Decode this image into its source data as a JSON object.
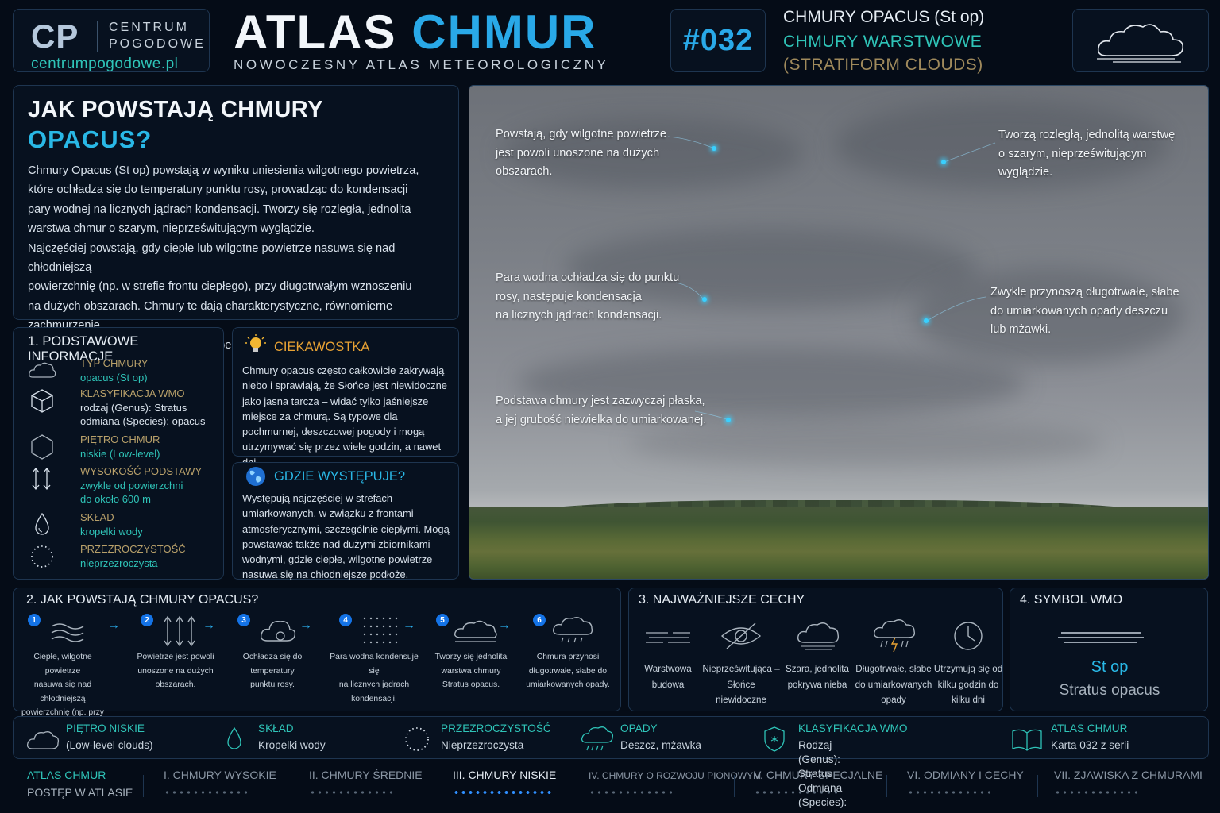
{
  "header": {
    "logo_initials": "CP",
    "logo_name_line1": "CENTRUM",
    "logo_name_line2": "POGODOWE",
    "logo_url": "centrumpogodowe.pl",
    "title_part1": "ATLAS",
    "title_part2": "CHMUR",
    "subtitle": "NOWOCZESNY ATLAS METEOROLOGICZNY",
    "card_number": "#032",
    "cloud_name": "CHMURY OPACUS (St op)",
    "cloud_family": "CHMURY WARSTWOWE",
    "cloud_family_en": "(STRATIFORM CLOUDS)",
    "icon": "cloud-icon"
  },
  "intro": {
    "title_line1": "JAK POWSTAJĄ CHMURY",
    "title_line2": "OPACUS?",
    "paragraph": "Chmury Opacus (St op) powstają w wyniku uniesienia wilgotnego powietrza,\nktóre ochładza się do temperatury punktu rosy, prowadząc do kondensacji\npary wodnej na licznych jądrach kondensacji. Tworzy się rozległa, jednolita\nwarstwa chmur o szarym, nieprześwitującym wyglądzie.\nNajczęściej powstają, gdy ciepłe lub wilgotne powietrze nasuwa się nad chłodniejszą\npowierzchnię (np. w strefie frontu ciepłego), przy długotrwałym wznoszeniu\nna dużych obszarach. Chmury te dają charakterystyczne, równomierne zachmurzenie\noraz mogą przynosić długotrwałe, słabe do umiarkowanych opady."
  },
  "photo": {
    "annotations": [
      "Powstają, gdy wilgotne powietrze\njest powoli unoszone na dużych\nobszarach.",
      "Tworzą rozległą, jednolitą warstwę\no szarym, nieprześwitującym\nwyglądzie.",
      "Para wodna ochładza się do punktu\nrosy, następuje kondensacja\nna licznych jądrach kondensacji.",
      "Zwykle przynoszą długotrwałe, słabe\ndo umiarkowanych opady deszczu\nlub mżawki.",
      "Podstawa chmury jest zazwyczaj płaska,\na jej grubość niewielka do umiarkowanej."
    ]
  },
  "basic_info": {
    "heading": "1. PODSTAWOWE INFORMACJE",
    "rows": [
      {
        "label": "TYP CHMURY",
        "value": "opacus (St op)",
        "icon": "cloud-icon"
      },
      {
        "label": "KLASYFIKACJA WMO",
        "value": "rodzaj (Genus): Stratus\nodmiana (Species): opacus",
        "icon": "cube-icon"
      },
      {
        "label": "PIĘTRO CHMUR",
        "value": "niskie (Low-level)",
        "icon": "hexagon-icon"
      },
      {
        "label": "WYSOKOŚĆ PODSTAWY",
        "value": "zwykle od powierzchni\ndo około 600 m",
        "icon": "height-arrows-icon"
      },
      {
        "label": "SKŁAD",
        "value": "kropelki wody",
        "icon": "water-drop-icon"
      },
      {
        "label": "PRZEZROCZYSTOŚĆ",
        "value": "nieprzezroczysta",
        "icon": "dotted-circle-icon"
      }
    ]
  },
  "fact": {
    "heading": "CIEKAWOSTKA",
    "icon": "lightbulb-icon",
    "text": "Chmury opacus często całkowicie zakrywają niebo i sprawiają, że Słońce jest niewidoczne jako jasna tarcza – widać tylko jaśniejsze miejsce za chmurą. Są typowe dla pochmurnej, deszczowej pogody i mogą utrzymywać się przez wiele godzin, a nawet dni."
  },
  "where": {
    "heading": "GDZIE WYSTĘPUJE?",
    "icon": "globe-icon",
    "text": "Występują najczęściej w strefach umiarkowanych, w związku z frontami atmosferycznymi, szczególnie ciepłymi. Mogą powstawać także nad dużymi zbiornikami wodnymi, gdzie ciepłe, wilgotne powietrze nasuwa się na chłodniejsze podłoże."
  },
  "process": {
    "heading": "2. JAK POWSTAJĄ CHMURY OPACUS?",
    "steps": [
      {
        "n": "1",
        "text": "Ciepłe, wilgotne powietrze\nnasuwa się nad chłodniejszą\npowierzchnię (np. przy froncie\nciepłym lub nad chłodną\nwodą/ziemią).",
        "icon": "wind-waves-icon"
      },
      {
        "n": "2",
        "text": "Powietrze jest powoli\nunoszone na dużych\nobszarach.",
        "icon": "updraft-arrows-icon"
      },
      {
        "n": "3",
        "text": "Ochładza się do temperatury\npunktu rosy.",
        "icon": "cooling-cloud-icon"
      },
      {
        "n": "4",
        "text": "Para wodna kondensuje się\nna licznych jądrach\nkondensacji.",
        "icon": "droplet-grid-icon"
      },
      {
        "n": "5",
        "text": "Tworzy się jednolita\nwarstwa chmury\nStratus opacus.",
        "icon": "cloud-layer-icon"
      },
      {
        "n": "6",
        "text": "Chmura przynosi\ndługotrwałe, słabe do\numiarkowanych opady.",
        "icon": "rain-cloud-icon"
      }
    ]
  },
  "features": {
    "heading": "3. NAJWAŻNIEJSZE CECHY",
    "items": [
      {
        "text": "Warstwowa\nbudowa",
        "icon": "layers-lines-icon"
      },
      {
        "text": "Nieprześwitująca –\nSłońce niewidoczne",
        "icon": "eye-off-icon"
      },
      {
        "text": "Szara, jednolita\npokrywa nieba",
        "icon": "gray-cloud-icon"
      },
      {
        "text": "Długotrwałe, słabe\ndo umiarkowanych\nopady",
        "icon": "storm-cloud-icon"
      },
      {
        "text": "Utrzymują się od\nkilku godzin do\nkilku dni",
        "icon": "clock-icon"
      }
    ]
  },
  "wmo": {
    "heading": "4. SYMBOL WMO",
    "code": "St op",
    "name": "Stratus opacus",
    "icon": "wmo-stratus-symbol-icon"
  },
  "summary": [
    {
      "label": "PIĘTRO NISKIE",
      "value": "(Low-level clouds)",
      "icon": "cloud-icon"
    },
    {
      "label": "SKŁAD",
      "value": "Kropelki wody",
      "icon": "water-drop-icon"
    },
    {
      "label": "PRZEZROCZYSTOŚĆ",
      "value": "Nieprzezroczysta",
      "icon": "dotted-circle-icon"
    },
    {
      "label": "OPADY",
      "value": "Deszcz, mżawka",
      "icon": "rain-cloud-icon"
    },
    {
      "label": "KLASYFIKACJA WMO",
      "value": "Rodzaj (Genus): Stratus\nOdmiana (Species): opacus",
      "icon": "shield-icon"
    },
    {
      "label": "ATLAS CHMUR",
      "value": "Karta 032 z serii",
      "icon": "book-icon"
    }
  ],
  "nav": {
    "atlas_label": "ATLAS CHMUR",
    "progress_label": "POSTĘP W ATLASIE",
    "sections": [
      {
        "label": "I. CHMURY WYSOKIE",
        "active": false
      },
      {
        "label": "II. CHMURY ŚREDNIE",
        "active": false
      },
      {
        "label": "III. CHMURY NISKIE",
        "active": true
      },
      {
        "label": "IV. CHMURY O ROZWOJU PIONOWYM",
        "active": false
      },
      {
        "label": "V. CHMURY SPECJALNE",
        "active": false
      },
      {
        "label": "VI. ODMIANY I CECHY",
        "active": false
      },
      {
        "label": "VII. ZJAWISKA Z CHMURAMI",
        "active": false
      }
    ]
  },
  "colors": {
    "background": "#050c17",
    "accent_blue": "#29a9e8",
    "accent_teal": "#2fc4b8",
    "accent_orange": "#e8a234",
    "panel_border": "#1e3550"
  }
}
